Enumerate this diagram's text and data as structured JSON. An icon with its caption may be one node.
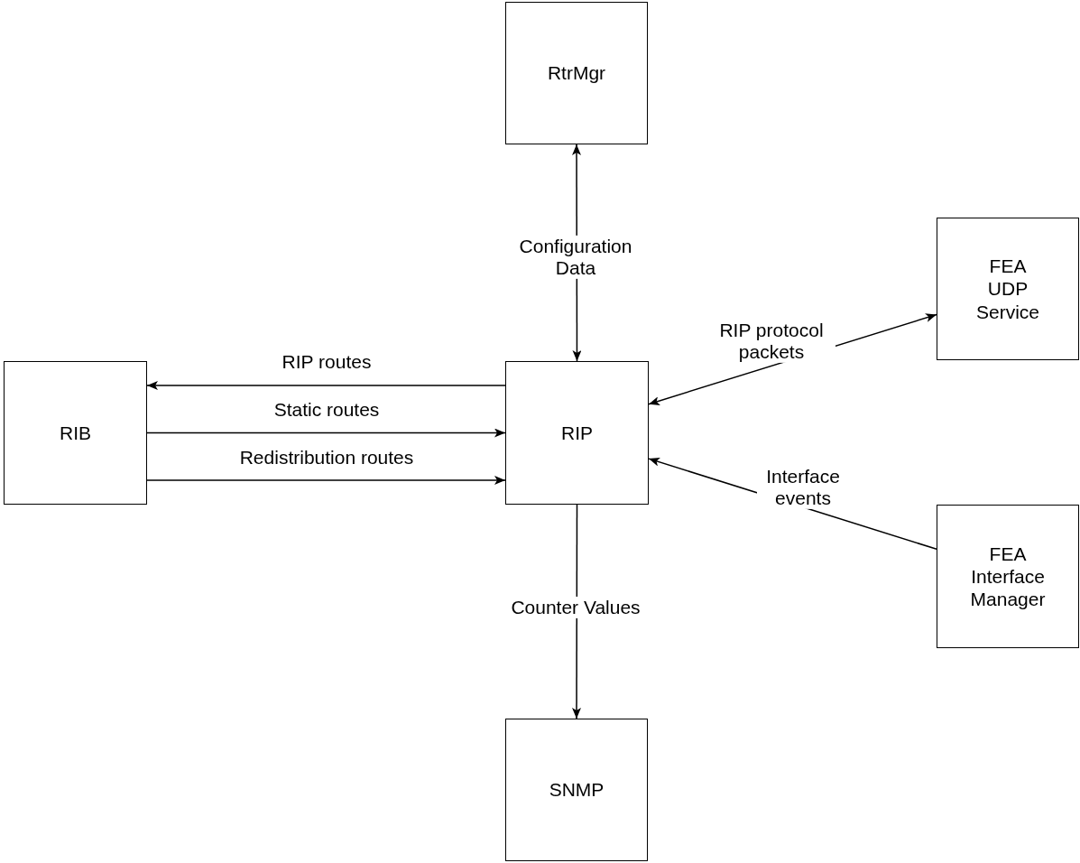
{
  "diagram": {
    "nodes": [
      {
        "text": [
          "RtrMgr"
        ]
      },
      {
        "text": [
          "FEA UDP Service"
        ]
      },
      {
        "text": [
          "RIB"
        ]
      },
      {
        "text": [
          "RIP"
        ]
      },
      {
        "text": [
          "FEA Interface Manager"
        ]
      },
      {
        "text": [
          "SNMP"
        ]
      }
    ],
    "edges": [
      {
        "from": 3,
        "to": 0,
        "arrow": "both",
        "label": "Configuration Data"
      },
      {
        "from": 3,
        "to": 2,
        "arrow": "to",
        "label": "RIP routes"
      },
      {
        "from": 2,
        "to": 3,
        "arrow": "to",
        "label": "Static routes"
      },
      {
        "from": 2,
        "to": 3,
        "arrow": "to",
        "label": "Redistribution routes"
      },
      {
        "from": 3,
        "to": 1,
        "arrow": "both",
        "label": "RIP protocol packets"
      },
      {
        "from": 4,
        "to": 3,
        "arrow": "to",
        "label": "Interface events"
      },
      {
        "from": 3,
        "to": 5,
        "arrow": "to",
        "label": "Counter Values"
      }
    ]
  }
}
